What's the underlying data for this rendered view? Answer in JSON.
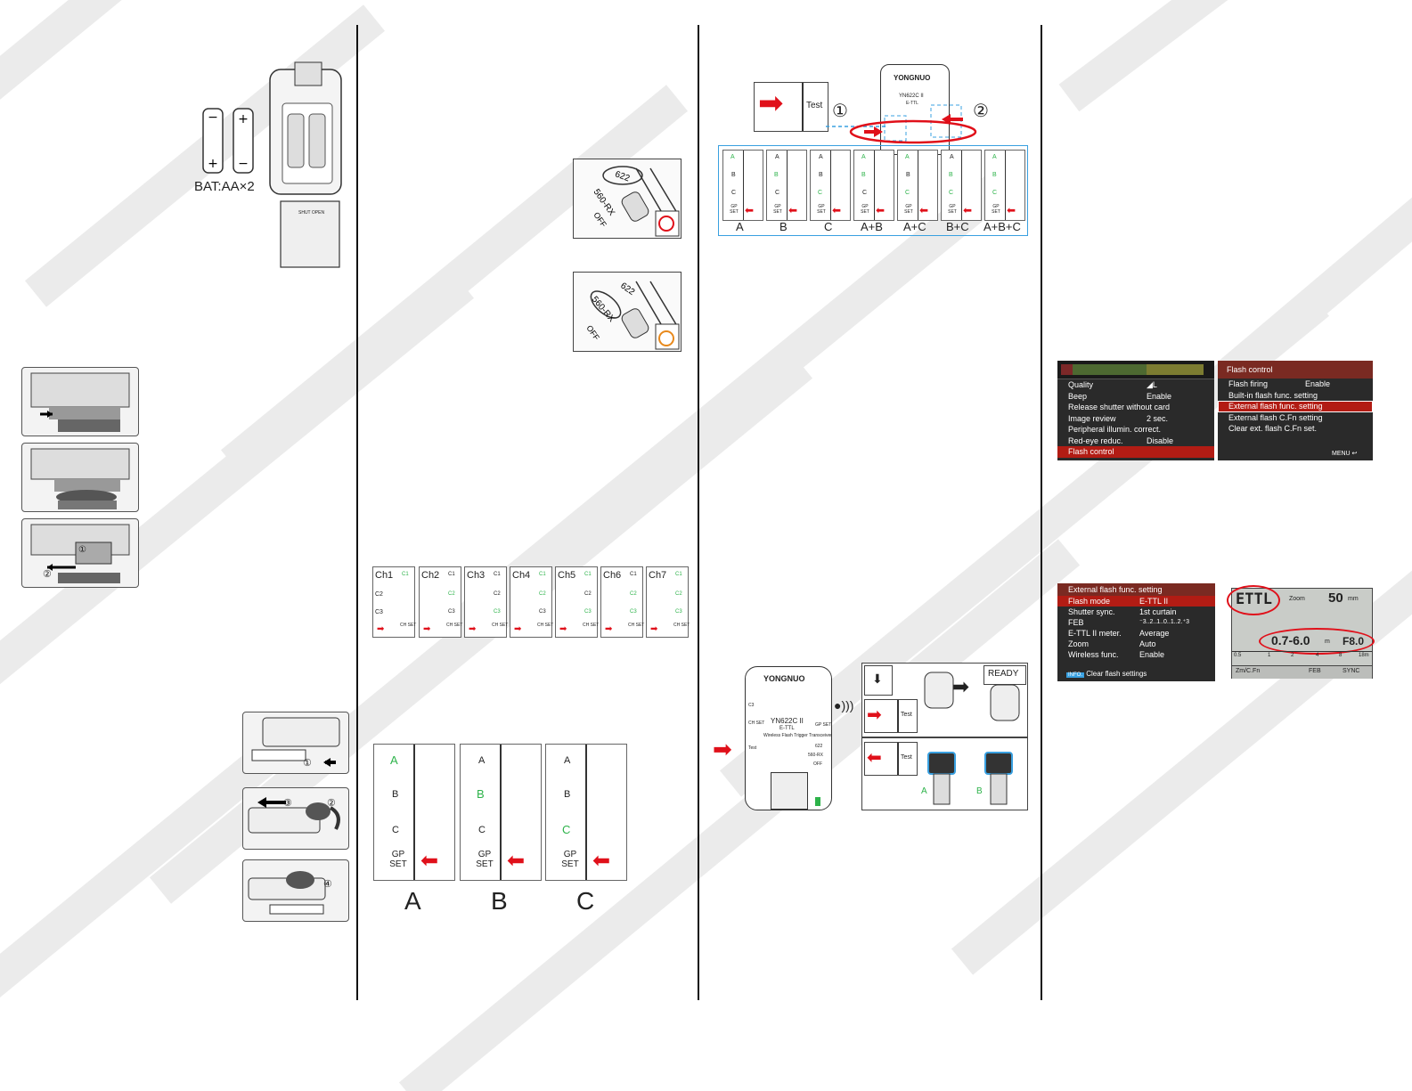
{
  "page1": {
    "battery_label": "BAT:AA×2",
    "door_label": "SHUT OPEN",
    "step_labels": [
      "①",
      "②"
    ],
    "mount_steps": [
      "①",
      "②",
      "③",
      "④"
    ]
  },
  "page2": {
    "switch_positions": [
      "622",
      "560-RX",
      "OFF"
    ],
    "channels": [
      "Ch1",
      "Ch2",
      "Ch3",
      "Ch4",
      "Ch5",
      "Ch6",
      "Ch7"
    ],
    "ch_leds": [
      "C1",
      "C2",
      "C3"
    ],
    "ch_set": "CH SET",
    "groups": [
      "A",
      "B",
      "C"
    ],
    "gp_set": "GP SET",
    "group_captions": [
      "A",
      "B",
      "C"
    ]
  },
  "page3": {
    "brand": "YONGNUO",
    "model": "YN622C II",
    "model_sub": "E-TTL",
    "model_desc": "Wireless Flash Trigger Transceiver",
    "test_label": "Test",
    "circle_1": "①",
    "circle_2": "②",
    "combos": [
      "A",
      "B",
      "C",
      "A+B",
      "A+C",
      "B+C",
      "A+B+C"
    ],
    "gp_set": "GP SET",
    "ready": "READY",
    "ch_set": "CH SET",
    "side_labels": [
      "C3",
      "CH SET",
      "GP SET",
      "622",
      "560-RX",
      "OFF"
    ],
    "flash_groups": [
      "A",
      "B"
    ]
  },
  "page4": {
    "menu1": {
      "rows": [
        {
          "label": "Quality",
          "value": "◢L"
        },
        {
          "label": "Beep",
          "value": "Enable"
        },
        {
          "label": "Release shutter without card",
          "value": ""
        },
        {
          "label": "Image review",
          "value": "2 sec."
        },
        {
          "label": "Peripheral illumin. correct.",
          "value": ""
        },
        {
          "label": "Red-eye reduc.",
          "value": "Disable"
        },
        {
          "label": "Flash control",
          "value": ""
        }
      ]
    },
    "menu2": {
      "title": "Flash control",
      "rows": [
        {
          "label": "Flash firing",
          "value": "Enable"
        },
        {
          "label": "Built-in flash func. setting",
          "value": ""
        },
        {
          "label": "External flash func. setting",
          "value": ""
        },
        {
          "label": "External flash C.Fn setting",
          "value": ""
        },
        {
          "label": "Clear ext. flash C.Fn set.",
          "value": ""
        }
      ],
      "menu_btn": "MENU ↩"
    },
    "menu3": {
      "title": "External flash func. setting",
      "rows": [
        {
          "label": "Flash mode",
          "value": "E-TTL II"
        },
        {
          "label": "Shutter sync.",
          "value": "1st curtain"
        },
        {
          "label": "FEB",
          "value": "⁻3..2..1..0..1..2.⁺3"
        },
        {
          "label": "E-TTL II meter.",
          "value": "Average"
        },
        {
          "label": "Zoom",
          "value": "Auto"
        },
        {
          "label": "Wireless func.",
          "value": "Enable"
        }
      ],
      "footer_key": "INFO.",
      "footer_text": "Clear flash settings"
    },
    "lcd": {
      "mode": "ETTL",
      "zoom_label": "Zoom",
      "zoom_value": "50",
      "zoom_unit": "mm",
      "range": "0.7-6.0",
      "range_unit": "m",
      "aperture": "F8.0",
      "scale": [
        "0.5",
        "1",
        "2",
        "4",
        "8",
        "18m"
      ],
      "softkeys": [
        "Zm/C.Fn",
        "",
        "FEB",
        "SYNC"
      ]
    }
  }
}
